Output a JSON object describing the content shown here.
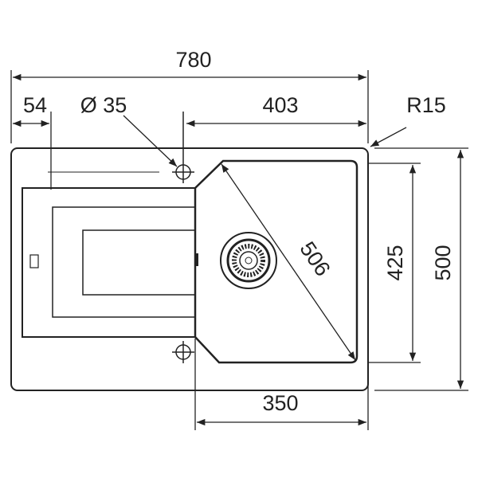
{
  "dimensions": {
    "overall_width": "780",
    "drainer_offset": "54",
    "tap_hole_diameter": "Ø 35",
    "tap_to_edge": "403",
    "corner_radius": "R15",
    "bowl_diagonal": "506",
    "bowl_depth": "425",
    "overall_depth": "500",
    "bowl_width": "350"
  },
  "colors": {
    "line": "#222222",
    "background": "#ffffff"
  }
}
